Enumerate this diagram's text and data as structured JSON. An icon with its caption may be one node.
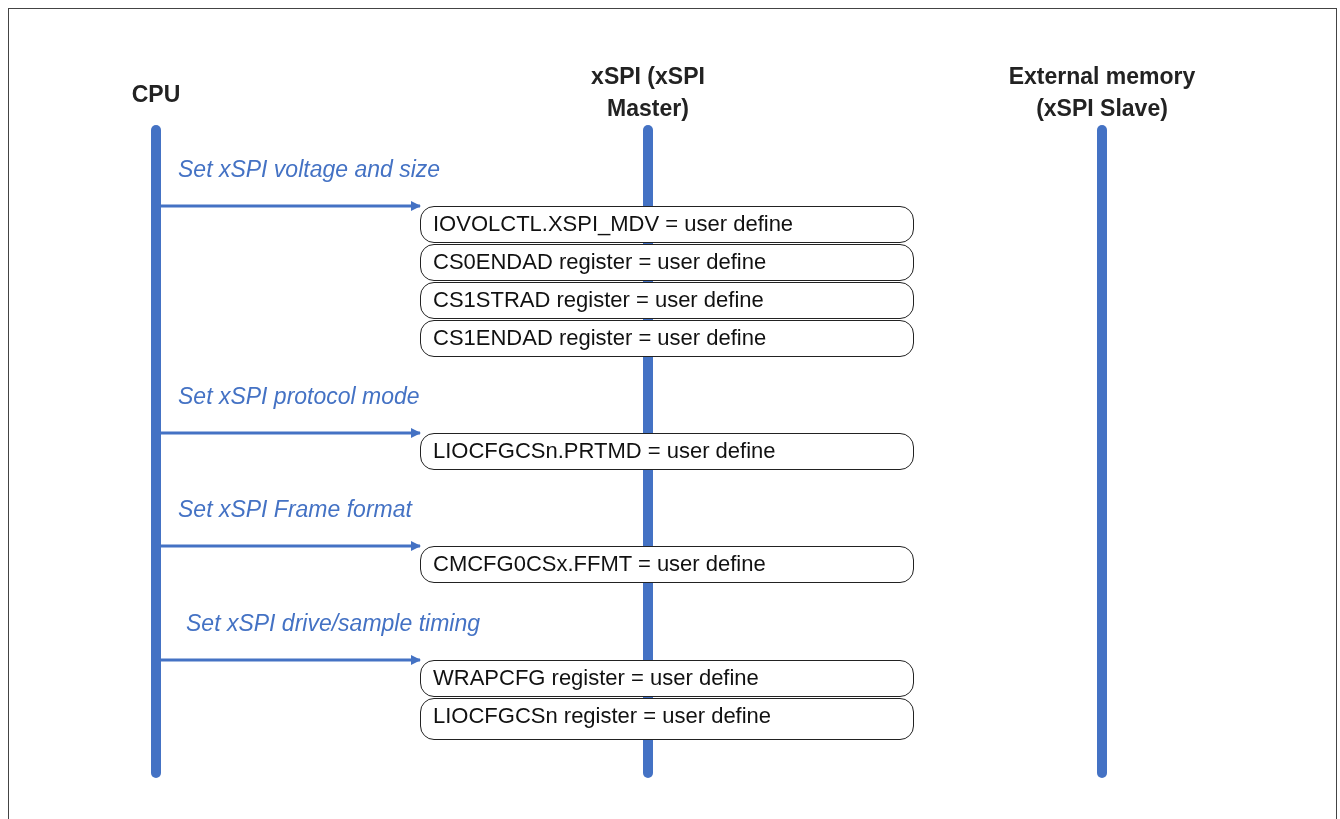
{
  "diagram": {
    "nodes": [
      {
        "text": [
          "CPU"
        ]
      },
      {
        "text": [
          "xSPI (xSPI Master)"
        ]
      },
      {
        "text": [
          "External memory (xSPI Slave)"
        ]
      },
      {
        "text": [
          "IOVOLCTL.XSPI_MDV = user define"
        ]
      },
      {
        "text": [
          "CS0ENDAD register = user define"
        ]
      },
      {
        "text": [
          "CS1STRAD register = user define"
        ]
      },
      {
        "text": [
          "CS1ENDAD register = user define"
        ]
      },
      {
        "text": [
          "LIOCFGCSn.PRTMD = user define"
        ]
      },
      {
        "text": [
          "CMCFG0CSx.FFMT = user define"
        ]
      },
      {
        "text": [
          "WRAPCFG register = user define"
        ]
      },
      {
        "text": [
          "LIOCFGCSn register = user define"
        ]
      }
    ],
    "edges": [
      {
        "from": 0,
        "to": 3,
        "arrow": "to",
        "label": "Set xSPI voltage and size"
      },
      {
        "from": 0,
        "to": 7,
        "arrow": "to",
        "label": "Set xSPI protocol mode"
      },
      {
        "from": 0,
        "to": 8,
        "arrow": "to",
        "label": "Set xSPI Frame format"
      },
      {
        "from": 0,
        "to": 9,
        "arrow": "to",
        "label": "Set xSPI drive/sample timing"
      }
    ]
  }
}
